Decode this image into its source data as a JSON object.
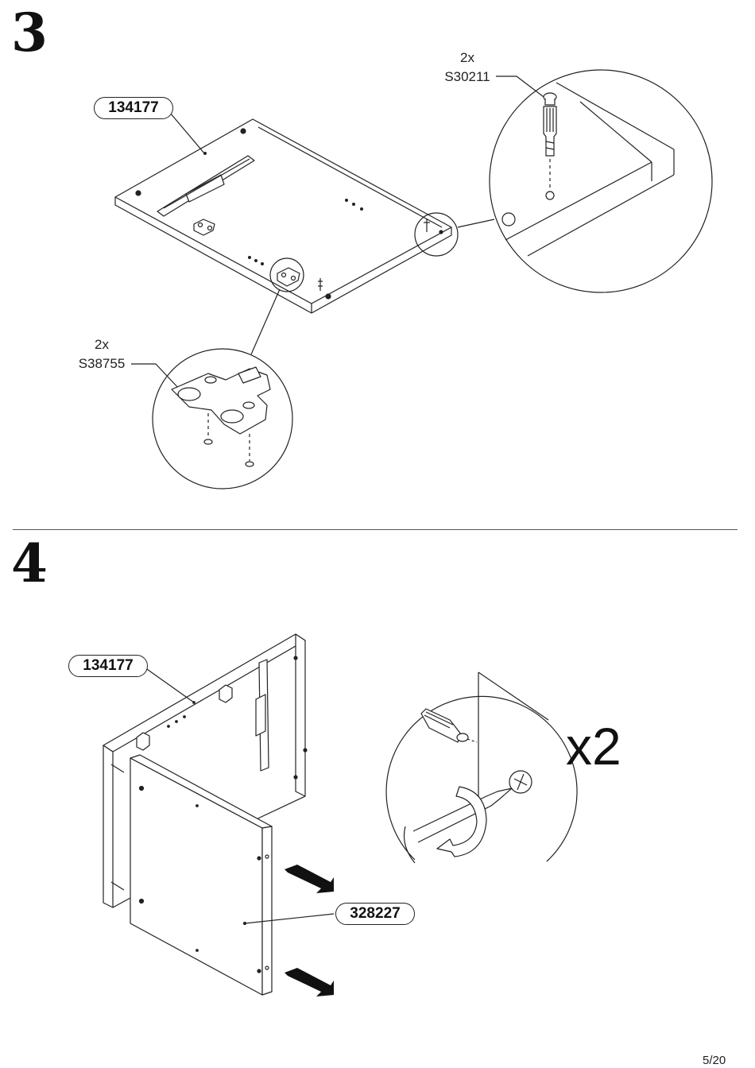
{
  "page": {
    "number": "5/20"
  },
  "step3": {
    "number": "3",
    "panel_part": "134177",
    "fitting_a": {
      "qty": "2x",
      "code": "S30211"
    },
    "fitting_b": {
      "qty": "2x",
      "code": "S38755"
    }
  },
  "step4": {
    "number": "4",
    "back_panel_part": "134177",
    "side_panel_part": "328227",
    "repeat": "x2"
  },
  "icons": [
    "cam-dowel-icon",
    "hinge-plate-icon",
    "screwdriver-icon",
    "rotate-arrow-icon",
    "phillips-head-icon",
    "push-arrow-icon"
  ]
}
